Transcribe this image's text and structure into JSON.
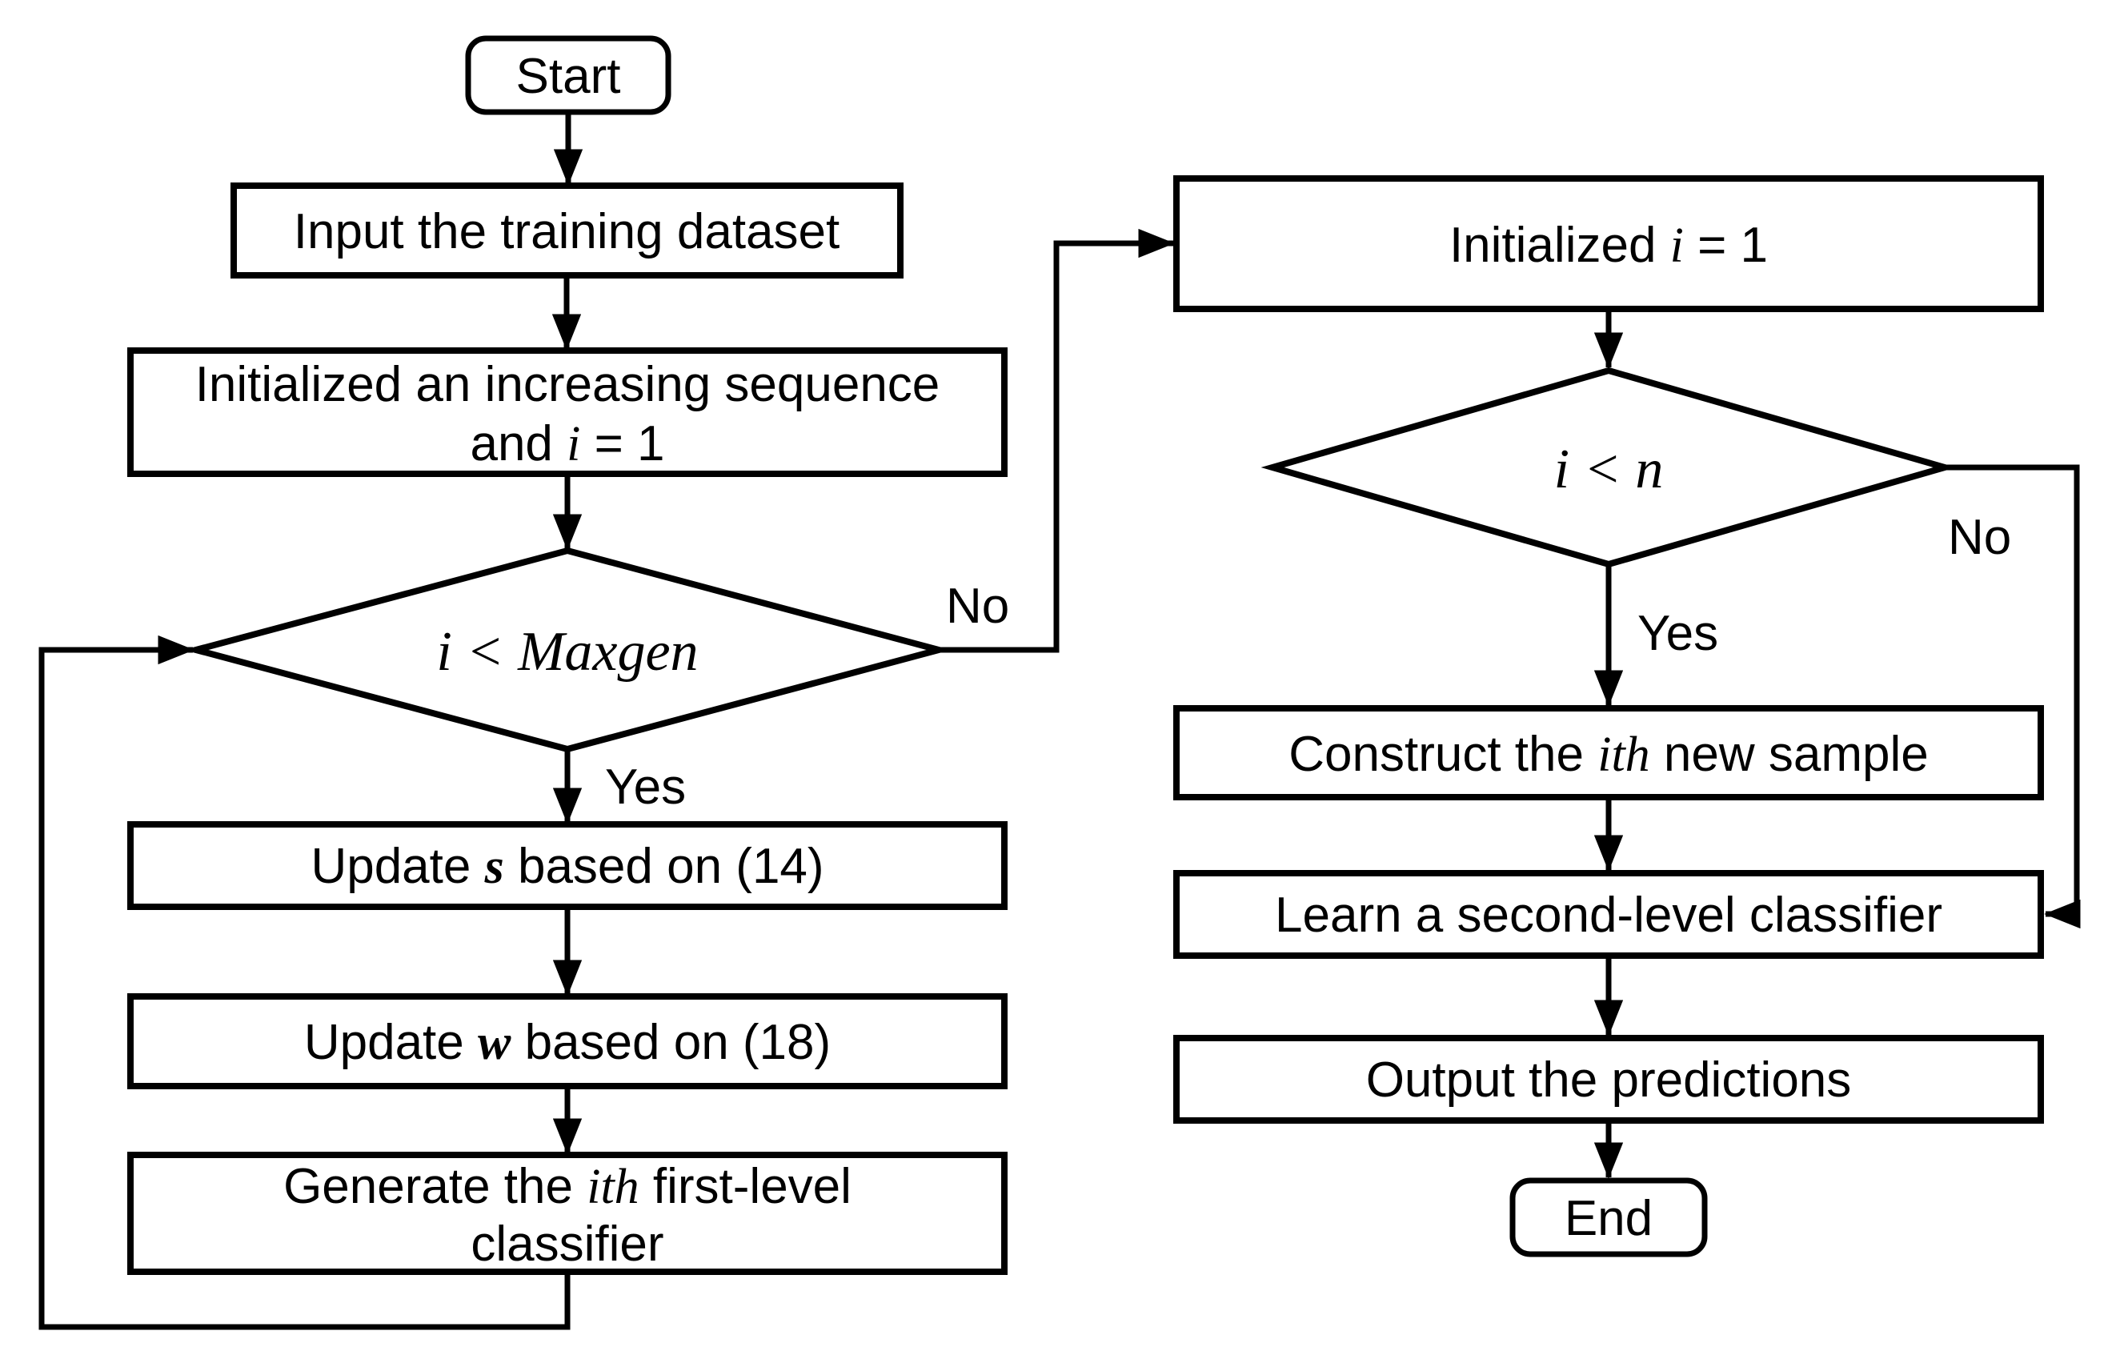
{
  "figure": {
    "ink_color": "#000000",
    "background_color": "#ffffff"
  },
  "nodes": {
    "start": {
      "label": "Start"
    },
    "input_dataset": {
      "label": "Input the training dataset"
    },
    "init_sequence": {
      "line1": "Initialized an increasing sequence",
      "line2_pre": "and ",
      "line2_var": "i",
      "line2_post": " = 1"
    },
    "maxgen_decision": {
      "expr": "i < Maxgen"
    },
    "update_s": {
      "pre": "Update ",
      "var": "s",
      "post": " based on (14)"
    },
    "update_w": {
      "pre": "Update ",
      "var": "w",
      "post": " based on (18)"
    },
    "generate_classifier": {
      "line1_pre": "Generate the ",
      "line1_var": "ith",
      "line1_post": " first-level",
      "line2": "classifier"
    },
    "init_i": {
      "pre": "Initialized ",
      "var": "i",
      "post": " = 1"
    },
    "n_decision": {
      "expr": "i < n"
    },
    "construct_sample": {
      "pre": "Construct the ",
      "var": "ith",
      "post": " new sample"
    },
    "learn_classifier": {
      "label": "Learn a second-level classifier"
    },
    "output_predictions": {
      "label": "Output the predictions"
    },
    "end": {
      "label": "End"
    }
  },
  "edge_labels": {
    "maxgen_yes": "Yes",
    "maxgen_no": "No",
    "n_yes": "Yes",
    "n_no": "No"
  }
}
